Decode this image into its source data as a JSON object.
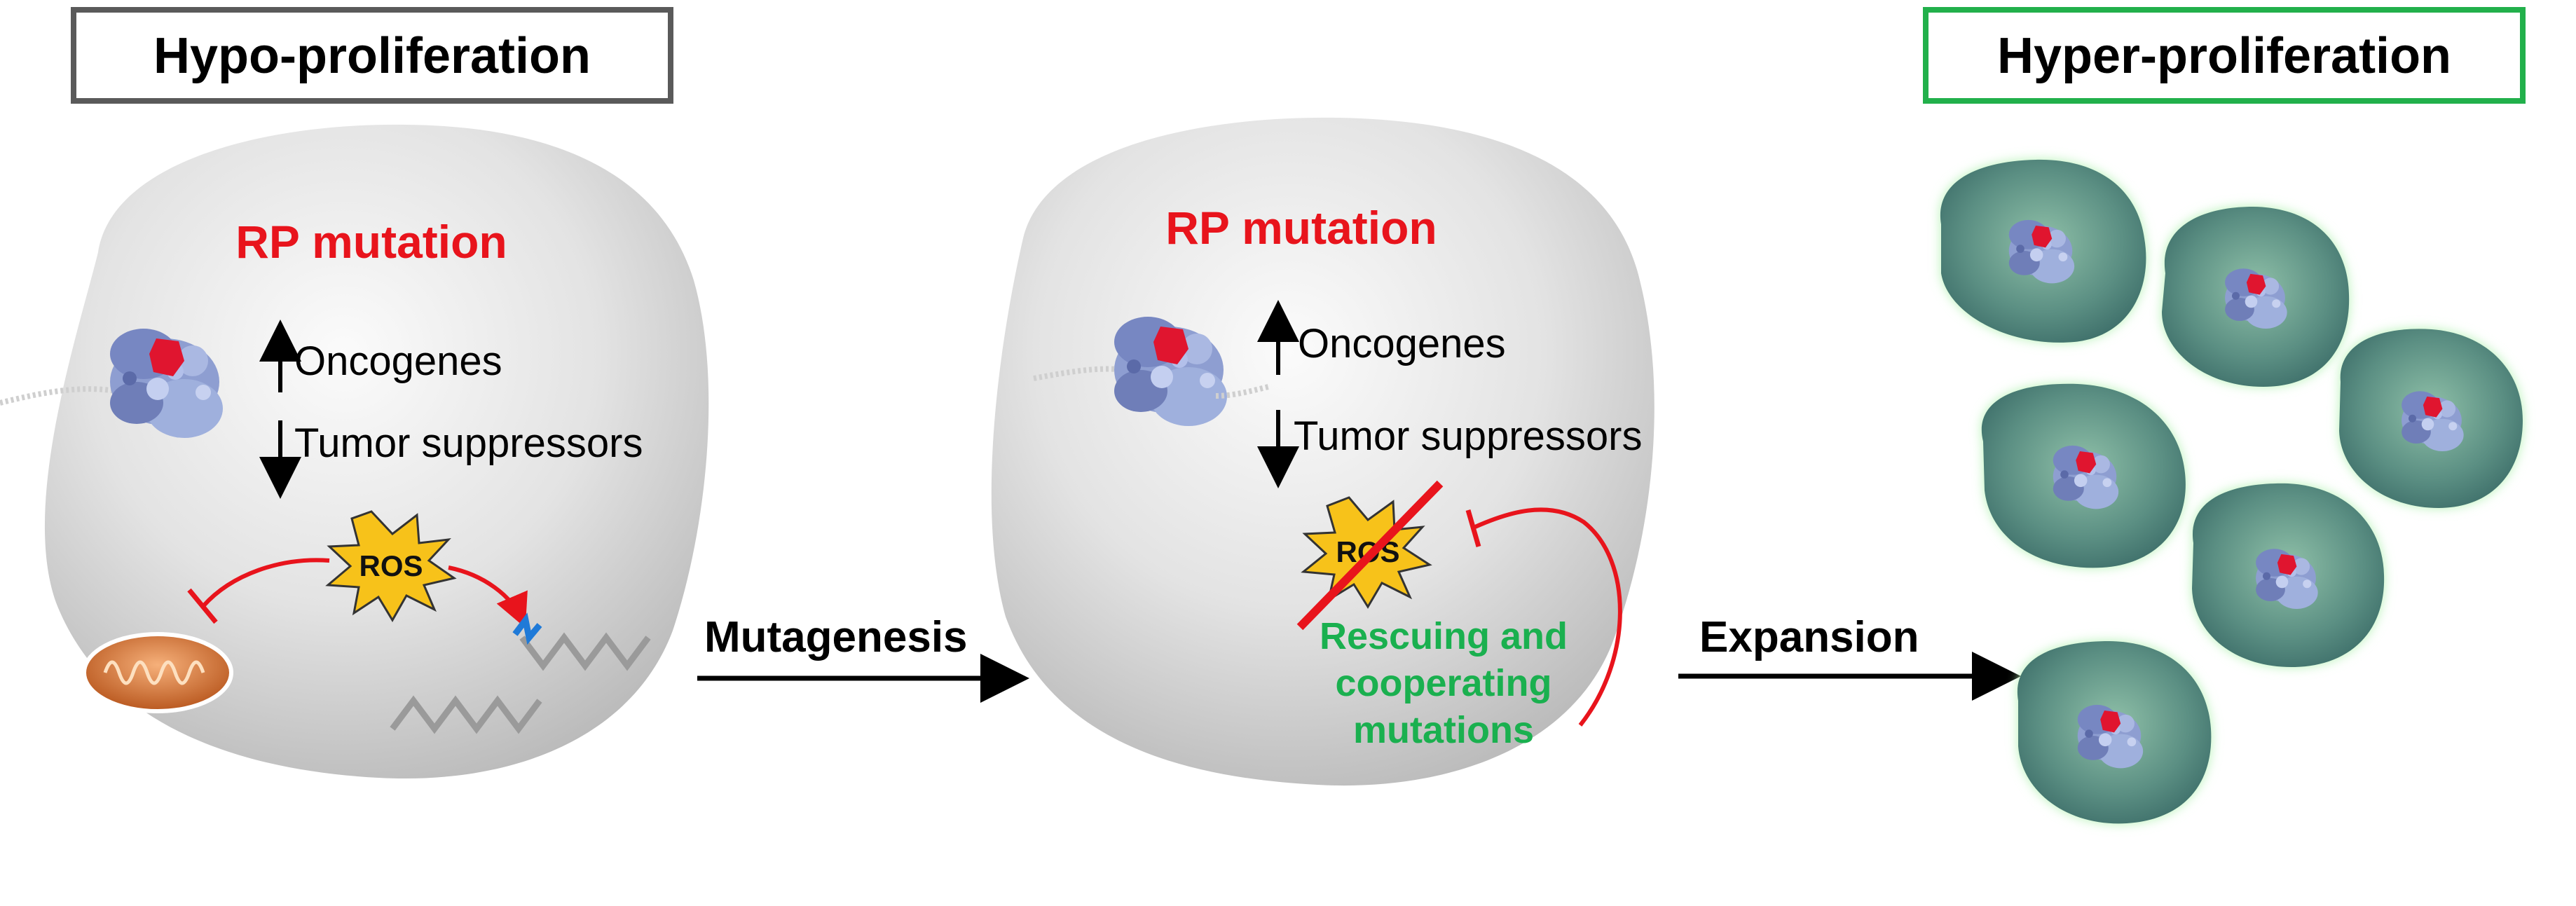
{
  "headers": {
    "left": "Hypo-proliferation",
    "right": "Hyper-proliferation"
  },
  "cell1": {
    "title": "RP mutation",
    "up_label": "Oncogenes",
    "down_label": "Tumor suppressors",
    "ros": "ROS"
  },
  "cell2": {
    "title": "RP mutation",
    "up_label": "Oncogenes",
    "down_label": "Tumor suppressors",
    "ros": "ROS",
    "rescue_lines": [
      "Rescuing and",
      "cooperating",
      "mutations"
    ]
  },
  "arrows": {
    "first": "Mutagenesis",
    "second": "Expansion"
  },
  "colors": {
    "left_box_border": "#5a5a5a",
    "right_box_border": "#22b04b",
    "mutation_red": "#e8141c",
    "rescue_green": "#1ab04f",
    "ros_fill": "#f7c21a",
    "cell_gray": "#dcdcdc",
    "daughter_cell": "#4f8a78"
  }
}
